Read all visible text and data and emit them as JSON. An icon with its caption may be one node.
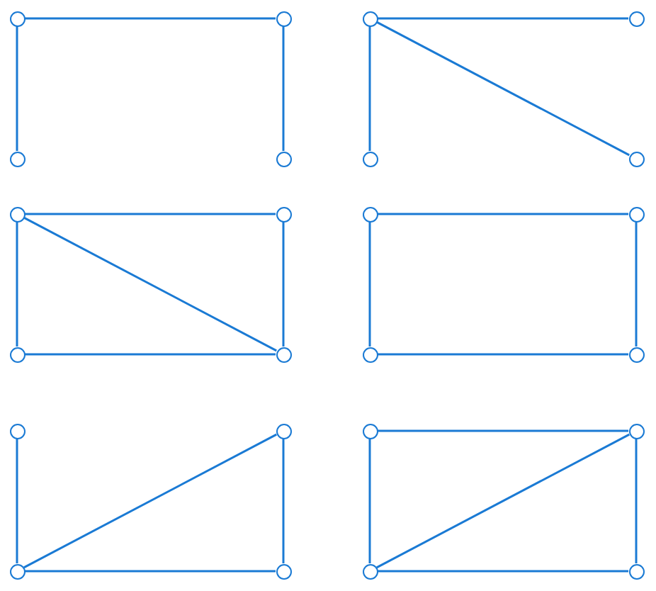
{
  "diagram": {
    "nodes": [
      {
        "text": [],
        "shape": "circle"
      },
      {
        "text": [],
        "shape": "circle"
      },
      {
        "text": [],
        "shape": "circle"
      },
      {
        "text": [],
        "shape": "circle"
      },
      {
        "text": [],
        "shape": "circle"
      },
      {
        "text": [],
        "shape": "circle"
      },
      {
        "text": [],
        "shape": "circle"
      },
      {
        "text": [],
        "shape": "circle"
      },
      {
        "text": [],
        "shape": "circle"
      },
      {
        "text": [],
        "shape": "circle"
      },
      {
        "text": [],
        "shape": "circle"
      },
      {
        "text": [],
        "shape": "circle"
      },
      {
        "text": [],
        "shape": "circle"
      },
      {
        "text": [],
        "shape": "circle"
      },
      {
        "text": [],
        "shape": "circle"
      },
      {
        "text": [],
        "shape": "circle"
      },
      {
        "text": [],
        "shape": "circle"
      },
      {
        "text": [],
        "shape": "circle"
      },
      {
        "text": [],
        "shape": "circle"
      },
      {
        "text": [],
        "shape": "circle"
      },
      {
        "text": [],
        "shape": "circle"
      },
      {
        "text": [],
        "shape": "circle"
      },
      {
        "text": [],
        "shape": "circle"
      },
      {
        "text": [],
        "shape": "circle"
      }
    ],
    "edges": [
      {
        "from": 0,
        "to": 1,
        "arrow": "none"
      },
      {
        "from": 0,
        "to": 2,
        "arrow": "none"
      },
      {
        "from": 1,
        "to": 3,
        "arrow": "none"
      },
      {
        "from": 4,
        "to": 5,
        "arrow": "none"
      },
      {
        "from": 4,
        "to": 6,
        "arrow": "none"
      },
      {
        "from": 4,
        "to": 7,
        "arrow": "none"
      },
      {
        "from": 8,
        "to": 9,
        "arrow": "none"
      },
      {
        "from": 8,
        "to": 10,
        "arrow": "none"
      },
      {
        "from": 8,
        "to": 11,
        "arrow": "none"
      },
      {
        "from": 9,
        "to": 11,
        "arrow": "none"
      },
      {
        "from": 10,
        "to": 11,
        "arrow": "none"
      },
      {
        "from": 12,
        "to": 13,
        "arrow": "none"
      },
      {
        "from": 12,
        "to": 14,
        "arrow": "none"
      },
      {
        "from": 13,
        "to": 15,
        "arrow": "none"
      },
      {
        "from": 14,
        "to": 15,
        "arrow": "none"
      },
      {
        "from": 16,
        "to": 18,
        "arrow": "none"
      },
      {
        "from": 18,
        "to": 19,
        "arrow": "none"
      },
      {
        "from": 18,
        "to": 17,
        "arrow": "none"
      },
      {
        "from": 17,
        "to": 19,
        "arrow": "none"
      },
      {
        "from": 20,
        "to": 21,
        "arrow": "none"
      },
      {
        "from": 20,
        "to": 22,
        "arrow": "none"
      },
      {
        "from": 22,
        "to": 23,
        "arrow": "none"
      },
      {
        "from": 22,
        "to": 21,
        "arrow": "none"
      },
      {
        "from": 21,
        "to": 23,
        "arrow": "none"
      }
    ]
  }
}
